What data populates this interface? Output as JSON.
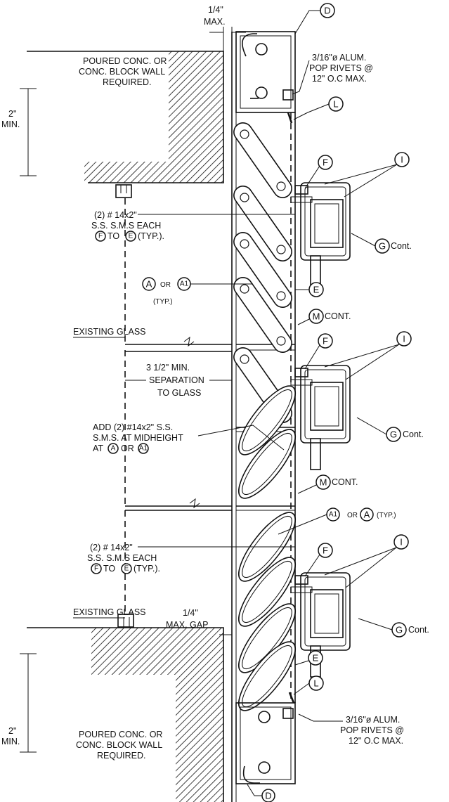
{
  "dimensions": {
    "top_gap": [
      "1/4\"",
      "MAX."
    ],
    "bottom_gap": [
      "1/4\"",
      "MAX. GAP"
    ],
    "wall_top": [
      "2\"",
      "MIN."
    ],
    "wall_bottom": [
      "2\"",
      "MIN."
    ]
  },
  "notes": {
    "wall_top": [
      "POURED CONC. OR",
      "CONC. BLOCK WALL",
      "REQUIRED."
    ],
    "wall_bottom": [
      "POURED CONC. OR",
      "CONC. BLOCK WALL",
      "REQUIRED."
    ],
    "rivets_top": [
      "3/16\"ø ALUM.",
      "POP RIVETS @",
      "12\" O.C MAX."
    ],
    "rivets_bottom": [
      "3/16\"ø ALUM.",
      "POP RIVETS @",
      "12\" O.C MAX."
    ],
    "screws_top": [
      "(2) # 14x2\"",
      "S.S. S.M.S EACH",
      "TO",
      "(TYP.)."
    ],
    "screws_bottom": [
      "(2) # 14x2\"",
      "S.S. S.M.S EACH",
      "TO",
      "(TYP.)."
    ],
    "a_or_a1": [
      "OR",
      "(TYP.)"
    ],
    "a1_or_a": [
      "OR",
      "(TYP.)"
    ],
    "existing_glass_top": "EXISTING GLASS",
    "existing_glass_bottom": "EXISTING GLASS",
    "separation": [
      "3 1/2\" MIN.",
      "SEPARATION",
      "TO GLASS"
    ],
    "midheight": [
      "ADD (2) #14x2\" S.S.",
      "S.M.S. AT MIDHEIGHT",
      "AT",
      "OR"
    ],
    "cont": "CONT.",
    "g_cont": "Cont."
  },
  "callouts": {
    "D": "D",
    "L": "L",
    "F": "F",
    "I": "I",
    "G": "G",
    "E": "E",
    "M": "M",
    "A": "A",
    "A1": "A1"
  }
}
